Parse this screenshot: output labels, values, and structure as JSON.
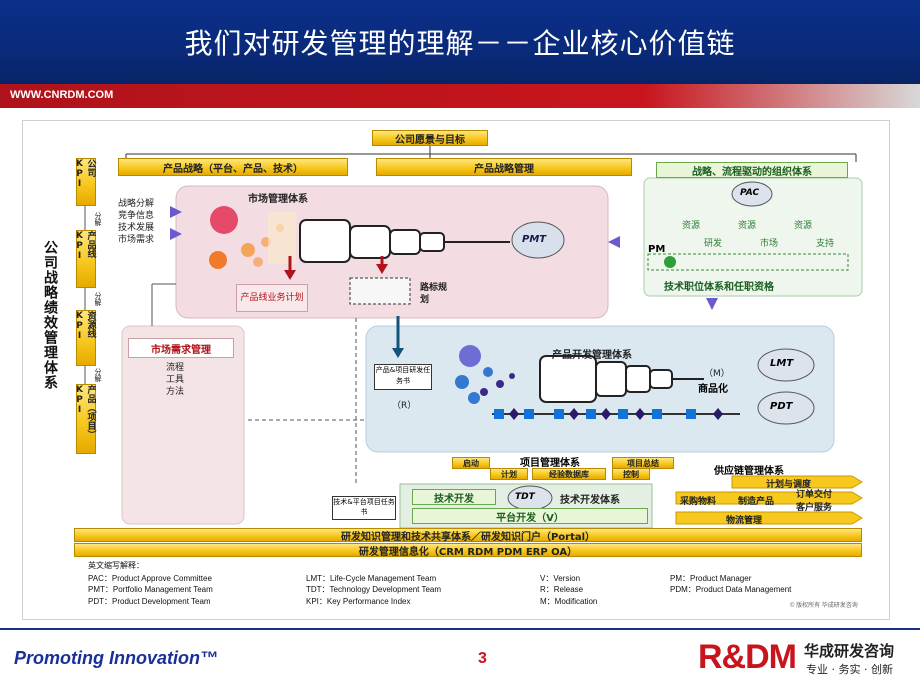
{
  "title": "我们对研发管理的理解－－企业核心价值链",
  "url": "WWW.CNRDM.COM",
  "footer": {
    "slogan": "Promoting Innovation™",
    "page": "3",
    "logo": "R&DM",
    "company": "华成研发咨询",
    "tagline": "专业 · 务实 · 创新"
  },
  "diagram": {
    "top": "公司愿景与目标",
    "strategy": "产品战略（平台、产品、技术）",
    "strategy_mgmt": "产品战略管理",
    "org": "战略、流程驱动的组织体系",
    "left_title": "公司战略绩效管理体系",
    "kpi": [
      "公司KPI",
      "产品线KPI",
      "资源线KPI",
      "产品（项目）KPI"
    ],
    "decompose": "分解",
    "strategy_items": [
      "战略分解",
      "竞争信息",
      "技术发展",
      "市场需求"
    ],
    "market": "市场管理体系",
    "pmt": "PMT",
    "pl_plan": "产品线业务计划",
    "roadmap": "路标规划",
    "pac": "PAC",
    "resource": "资源",
    "pm": "PM",
    "funcs": [
      "研发",
      "市场",
      "支持"
    ],
    "tech_career": "技术职位体系和任职资格",
    "mkt_req": "市场需求管理",
    "mkt_req_items": [
      "流程",
      "工具",
      "方法"
    ],
    "pd_system": "产品开发管理体系",
    "pd_task": "产品&项目研发任务书",
    "r": "（R）",
    "m": "（M）",
    "commercial": "商品化",
    "lmt": "LMT",
    "pdt": "PDT",
    "proj_mgmt": "项目管理体系",
    "kickoff": "启动",
    "plan": "计划",
    "exp_db": "经验数据库",
    "proj_summary": "项目总结",
    "control": "控制",
    "scm": "供应链管理体系",
    "scm_items": [
      "计划与调度",
      "采购物料",
      "制造产品",
      "订单交付",
      "客户服务",
      "物流管理"
    ],
    "tech_task": "技术&平台项目任务书",
    "tech_dev": "技术开发",
    "tdt": "TDT",
    "tech_system": "技术开发体系",
    "platform": "平台开发（V）",
    "bar1": "研发知识管理和技术共享体系／研发知识门户（Portal）",
    "bar2": "研发管理信息化（CRM RDM PDM ERP OA）",
    "abbr_title": "英文缩写解释：",
    "abbrs": [
      "PAC：Product Approve Committee",
      "PMT：Portfolio Management Team",
      "PDT：Product Development Team",
      "LMT：Life-Cycle Management Team",
      "TDT：Technology Development Team",
      "KPI：Key Performance Index",
      "V：Version",
      "R：Release",
      "M：Modification",
      "PM：Product Manager",
      "PDM：Product Data Management"
    ],
    "copyright": "© 版权所有 华成研发咨询"
  },
  "colors": {
    "header": "#0b2f8a",
    "accent": "#c8151d",
    "gold": "#f7c81e"
  }
}
